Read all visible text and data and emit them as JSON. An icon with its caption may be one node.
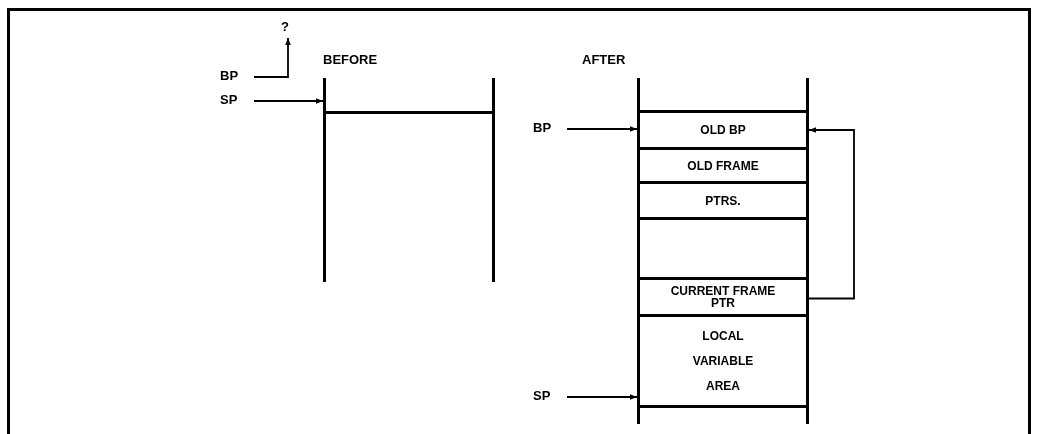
{
  "diagram": {
    "nodes": [
      {
        "text": [
          "?"
        ]
      },
      {
        "text": [
          "BP"
        ]
      },
      {
        "text": [
          "SP"
        ]
      },
      {
        "text": [
          "BEFORE"
        ]
      },
      {
        "text": [
          "BP"
        ]
      },
      {
        "text": [
          "SP"
        ]
      },
      {
        "text": [
          "AFTER"
        ]
      },
      {
        "text": [
          "OLD BP"
        ],
        "in": 6
      },
      {
        "text": [
          "OLD FRAME"
        ],
        "in": 6
      },
      {
        "text": [
          "PTRS."
        ],
        "in": 6
      },
      {
        "text": [],
        "shape": "box",
        "in": 6
      },
      {
        "text": [
          "CURRENT FRAME PTR"
        ],
        "in": 6
      },
      {
        "text": [
          "LOCAL VARIABLE AREA"
        ],
        "in": 6
      }
    ],
    "edges": [
      {
        "from": 1,
        "to": 0,
        "arrow": "to"
      },
      {
        "from": 2,
        "to": 3,
        "arrow": "to"
      },
      {
        "from": 4,
        "to": 7,
        "arrow": "to"
      },
      {
        "from": 5,
        "to": 12,
        "arrow": "to"
      },
      {
        "from": 11,
        "to": 7,
        "arrow": "to"
      }
    ]
  }
}
